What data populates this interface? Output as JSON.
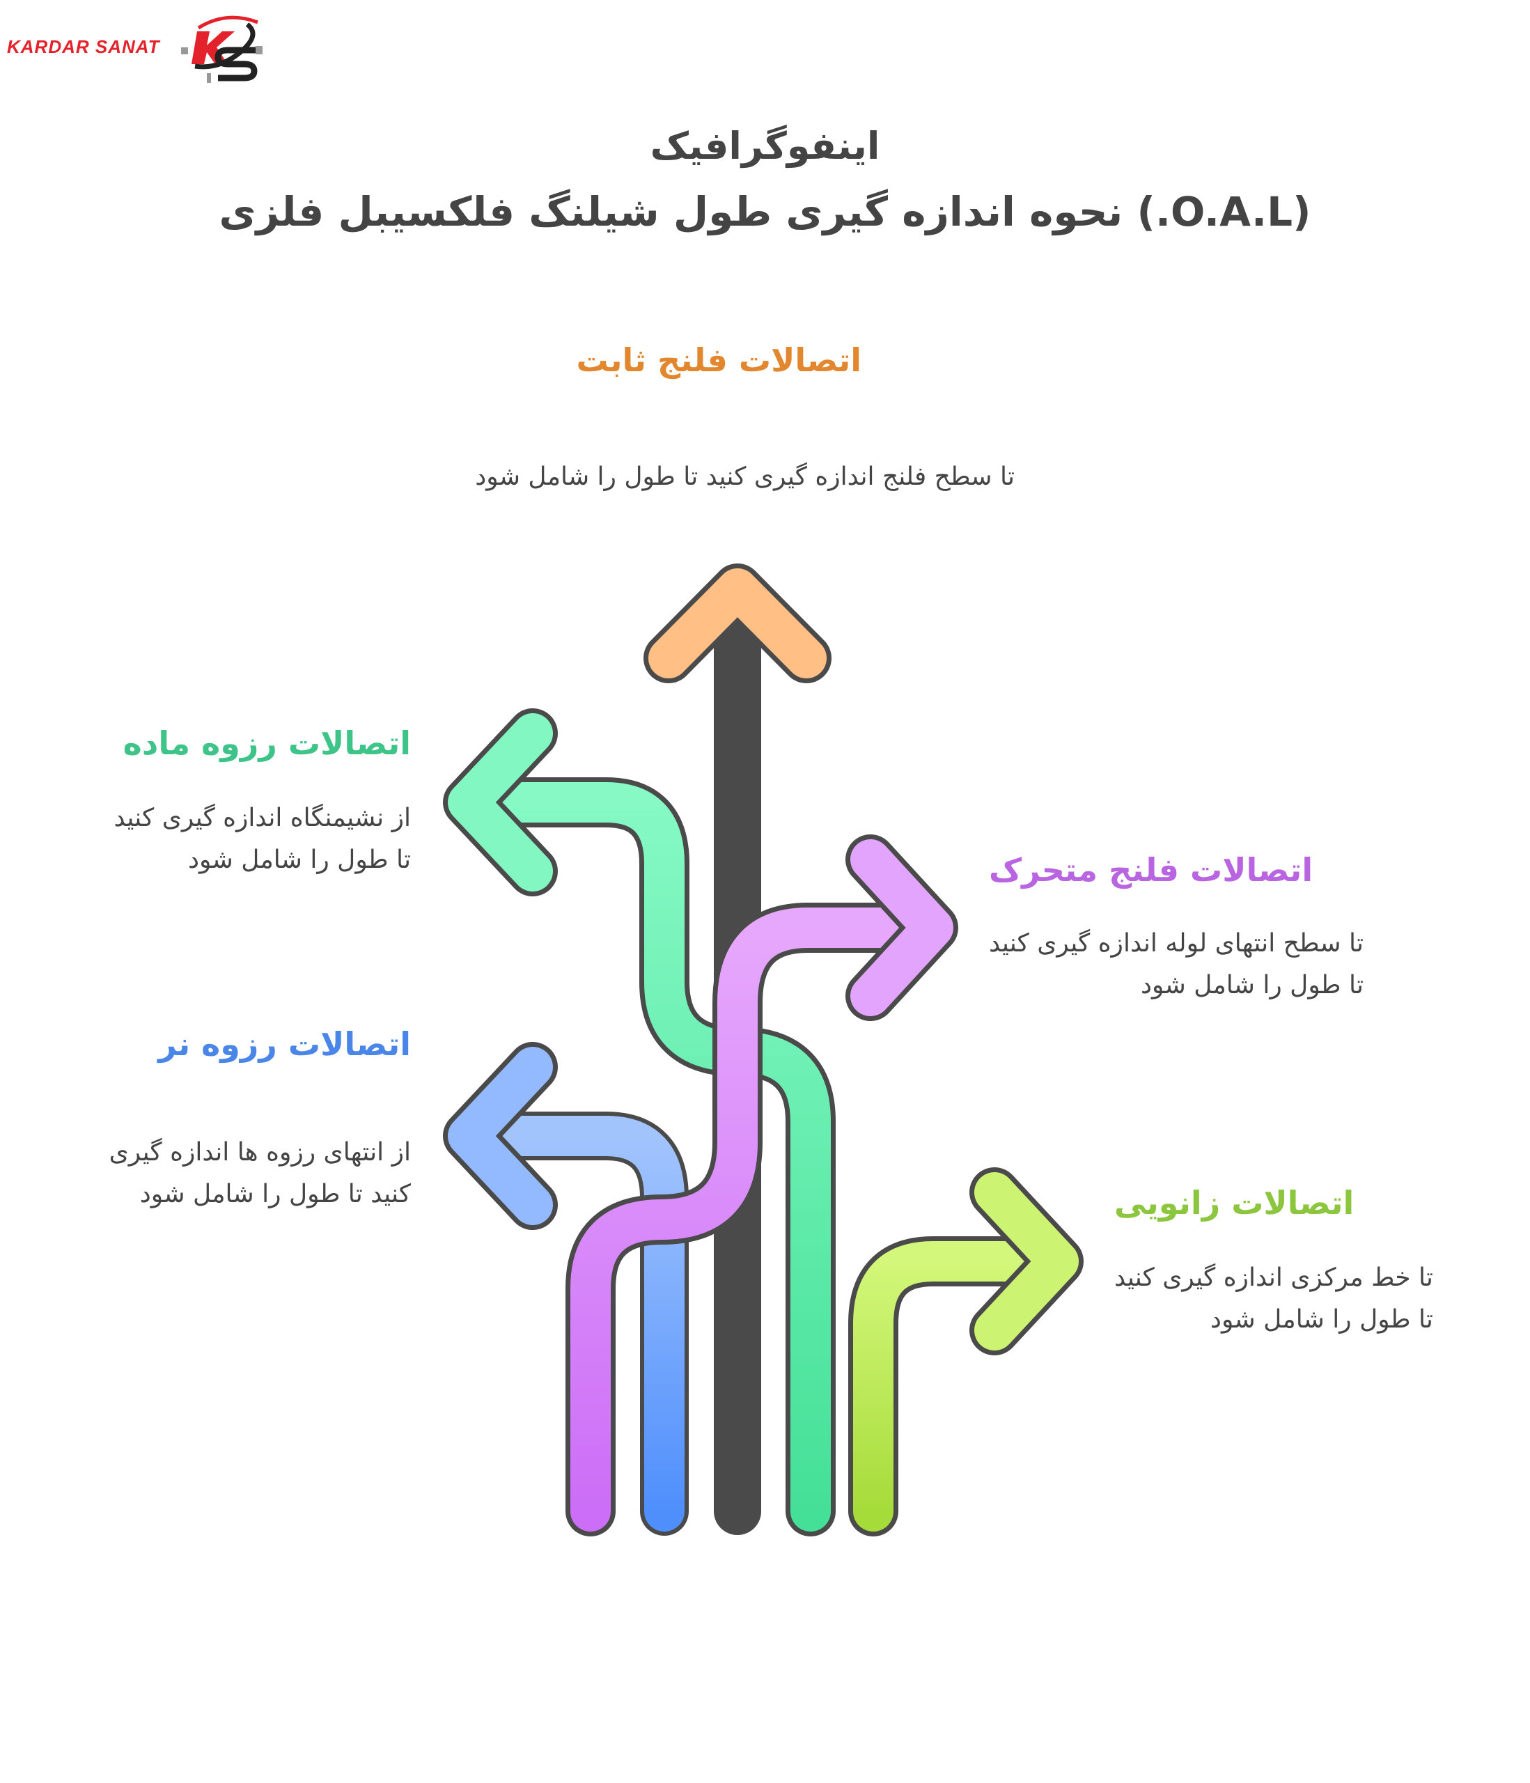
{
  "logo": {
    "text": "KARDAR SANAT",
    "mark": "KS",
    "brand_red": "#e3222b",
    "brand_dark": "#222222"
  },
  "title": {
    "line1": "اینفوگرافیک",
    "line2": "(O.A.L.) نحوه اندازه گیری طول شیلنگ فلکسیبل فلزی"
  },
  "stroke_color": "#4a4a4a",
  "items": [
    {
      "id": "fixed-flange",
      "heading": "اتصالات فلنج ثابت",
      "description": "تا سطح فلنج اندازه گیری کنید تا طول را شامل شود",
      "color": "#e3872e",
      "arrow_direction": "up",
      "gradient": [
        "#ffc28a",
        "#f7973a"
      ]
    },
    {
      "id": "female-thread",
      "heading": "اتصالات رزوه ماده",
      "description": "از نشیمنگاه اندازه گیری کنید\nتا طول را شامل شود",
      "color": "#3ec488",
      "arrow_direction": "left",
      "gradient": [
        "#86f9c4",
        "#45e098"
      ]
    },
    {
      "id": "swivel-flange",
      "heading": "اتصالات فلنج متحرک",
      "description": "تا سطح انتهای لوله اندازه گیری کنید\n تا طول را شامل شود",
      "color": "#b964e0",
      "arrow_direction": "right",
      "gradient": [
        "#e6a8fc",
        "#cc6ef7"
      ]
    },
    {
      "id": "male-thread",
      "heading": "اتصالات رزوه نر",
      "description": "از انتهای رزوه ها اندازه گیری\nکنید تا طول را شامل شود",
      "color": "#4a86e8",
      "arrow_direction": "left",
      "gradient": [
        "#a2c4fd",
        "#4f8ffc"
      ]
    },
    {
      "id": "elbow",
      "heading": "اتصالات زانویی",
      "description": "تا خط مرکزی اندازه گیری کنید\nتا طول را شامل شود",
      "color": "#8cc63f",
      "arrow_direction": "right",
      "gradient": [
        "#d3f77a",
        "#a6dc3a"
      ]
    }
  ]
}
